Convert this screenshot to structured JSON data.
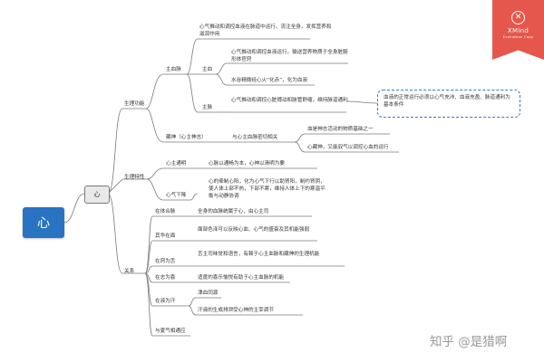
{
  "root": {
    "label": "心"
  },
  "level1": {
    "label": "心"
  },
  "branch1": {
    "label": "生理功能",
    "main_blood": {
      "label": "主血脉",
      "item1": "心气推动和调控血液在脉道中运行、流注全身，发挥营养和滋润作用",
      "main_xue": {
        "label": "主血",
        "item1": "心气推动和调控血液运行，输送营养物质于全身脏腑形体官窍",
        "item2": "水谷精微经心火“化赤”，化为血液"
      },
      "main_mai": {
        "label": "主脉",
        "item1": "心气推动和调控心脏搏动和脉管舒缩，维持脉道通利"
      }
    },
    "store_spirit": {
      "label": "藏神（心主神志）",
      "relation": "与心主血脉密切相关",
      "item1": "血是神志活动的物质基础之一",
      "item2": "心藏神，又能驭气以调控心血的运行"
    }
  },
  "callout": "血液的正常运行必须以心气充沛、血液充盈、脉道通利为基本条件",
  "branch2": {
    "label": "生理特性",
    "tongming": {
      "label": "心主通明",
      "item1": "心脉以通畅为本，心神以清明为要"
    },
    "xiajiang": {
      "label": "心气下降",
      "item1": "心的牵制心阳，化为心气下行以助肾阳，制约肾阴，使人体上部不热，下部不寒，维持人体上下的寒温平衡与动静协调"
    }
  },
  "branch3": {
    "label": "关系",
    "r1": {
      "label": "在体合脉",
      "item1": "全身的血脉统属于心，由心主司"
    },
    "r2": {
      "label": "其华在面",
      "item1": "面部色泽可以反映心血、心气的盛衰及其机能强弱"
    },
    "r3": {
      "label": "在窍为舌",
      "item1": "舌主司味觉和语言，有赖于心主血脉和藏神的生理机能"
    },
    "r4": {
      "label": "在志为喜",
      "item1": "适度的喜乐愉悦有助于心主血脉的机能"
    },
    "r5": {
      "label": "在液为汗",
      "item1": "津血同源",
      "item2": "汗液的生成排泄受心神的主宰调节"
    },
    "r6": {
      "label": "与夏气相通应"
    }
  },
  "badge": {
    "title": "XMind",
    "subtitle": "Evaluation Copy",
    "logo": "✕"
  },
  "watermark": "知乎 @是猎啊",
  "colors": {
    "root": "#2a73c3",
    "callout_border": "#3a78c2",
    "badge": "#e5574c",
    "line": "#7a7a7a"
  }
}
